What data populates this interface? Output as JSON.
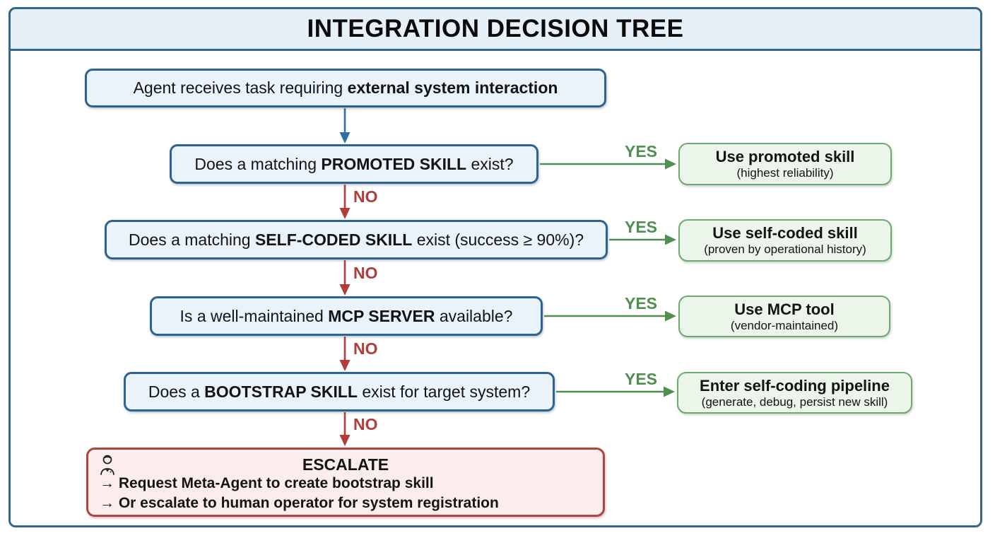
{
  "title": "INTEGRATION DECISION TREE",
  "labels": {
    "yes": "YES",
    "no": "NO"
  },
  "flow": {
    "start": {
      "pre": "Agent receives task requiring ",
      "bold": "external system interaction",
      "post": ""
    },
    "questions": [
      {
        "pre": "Does a matching ",
        "bold": "PROMOTED SKILL",
        "post": " exist?"
      },
      {
        "pre": "Does a matching ",
        "bold": "SELF-CODED SKILL",
        "post": " exist (success ≥ 90%)?"
      },
      {
        "pre": "Is a well-maintained ",
        "bold": "MCP SERVER",
        "post": " available?"
      },
      {
        "pre": "Does a ",
        "bold": "BOOTSTRAP SKILL",
        "post": " exist for target system?"
      }
    ],
    "outcomes": [
      {
        "title": "Use promoted skill",
        "subtitle": "(highest reliability)"
      },
      {
        "title": "Use self-coded skill",
        "subtitle": "(proven by operational history)"
      },
      {
        "title": "Use MCP tool",
        "subtitle": "(vendor-maintained)"
      },
      {
        "title": "Enter self-coding pipeline",
        "subtitle": "(generate, debug, persist new skill)"
      }
    ],
    "escalate": {
      "icon": "operator-person-icon",
      "title": "ESCALATE",
      "lines": [
        "→ Request Meta-Agent to create bootstrap skill",
        "→ Or escalate to human operator for system registration"
      ]
    }
  },
  "colors": {
    "frame_border": "#34688e",
    "title_fill": "#e7eff7",
    "question_fill": "#eaf2fa",
    "question_border": "#2d6390",
    "green_fill": "#ebf5e9",
    "green_border": "#6fa96f",
    "green_accent": "#4f8f4f",
    "red_accent": "#b23c39",
    "escalate_fill": "#fbedec",
    "escalate_border": "#ab4642",
    "blue_arrow": "#2f6fa8"
  }
}
